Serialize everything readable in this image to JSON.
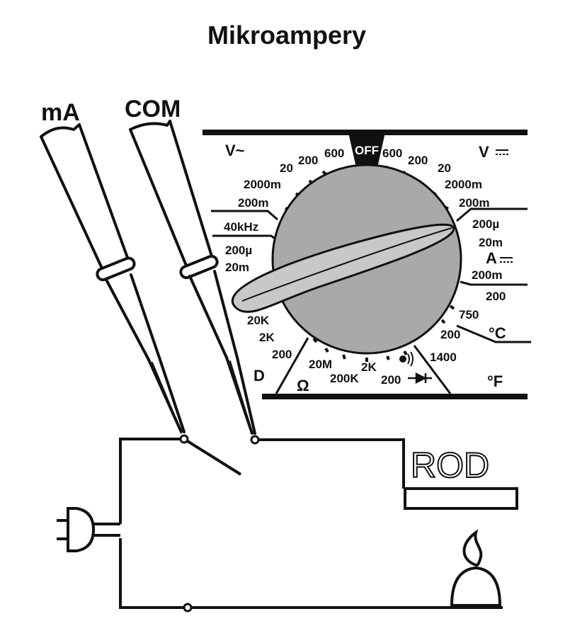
{
  "title": "Mikroampery",
  "probes": {
    "left": "mA",
    "right": "COM"
  },
  "modes": {
    "v_ac": "V~",
    "v_dc": "V",
    "a_dc": "A",
    "celsius": "°C",
    "fahrenheit": "°F",
    "ohm": "Ω",
    "diode": "D"
  },
  "dial": {
    "off": "OFF",
    "v_ac_ranges": [
      "600",
      "200",
      "20",
      "2000m",
      "200m"
    ],
    "v_dc_ranges": [
      "600",
      "200",
      "20",
      "2000m",
      "200m"
    ],
    "freq": "40kHz",
    "a_ac_ranges": [
      "200µ",
      "20m"
    ],
    "a_dc_ranges": [
      "200µ",
      "20m",
      "200m",
      "200"
    ],
    "c_ranges": [
      "750",
      "200"
    ],
    "f_range": "1400",
    "ohm_ranges": [
      "20K",
      "2K",
      "200",
      "20M",
      "200K",
      "2K",
      "200"
    ]
  },
  "load": "ROD",
  "colors": {
    "knob": "#a9a9a9",
    "pointer": "#c8c8c8",
    "ink": "#111111"
  }
}
